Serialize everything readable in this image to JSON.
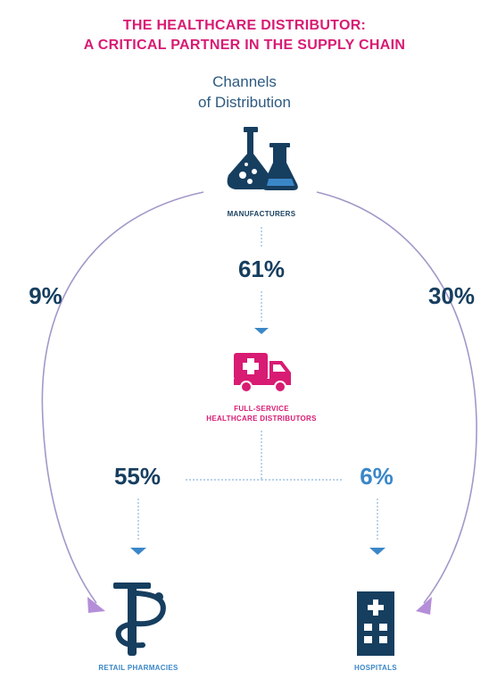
{
  "title_line1": "THE HEALTHCARE DISTRIBUTOR:",
  "title_line2": "A CRITICAL PARTNER IN THE SUPPLY CHAIN",
  "subtitle_line1": "Channels",
  "subtitle_line2": "of Distribution",
  "nodes": {
    "manufacturers": {
      "label": "MANUFACTURERS",
      "icon": "lab-flasks-icon"
    },
    "distributors": {
      "label_line1": "FULL-SERVICE",
      "label_line2": "HEALTHCARE DISTRIBUTORS",
      "icon": "ambulance-truck-icon"
    },
    "pharmacies": {
      "label": "RETAIL PHARMACIES",
      "icon": "pharmacy-snake-icon"
    },
    "hospitals": {
      "label": "HOSPITALS",
      "icon": "hospital-building-icon"
    }
  },
  "flows": {
    "manufacturers_to_distributors": "61%",
    "manufacturers_to_pharmacies": "9%",
    "manufacturers_to_hospitals": "30%",
    "distributors_to_pharmacies": "55%",
    "distributors_to_hospitals": "6%"
  },
  "colors": {
    "title": "#d81b73",
    "dark_blue": "#163e5f",
    "mid_blue": "#3a87c8",
    "magenta": "#d81b73",
    "arc": "#9b8cc4",
    "arrow_purple": "#b48ed8"
  }
}
